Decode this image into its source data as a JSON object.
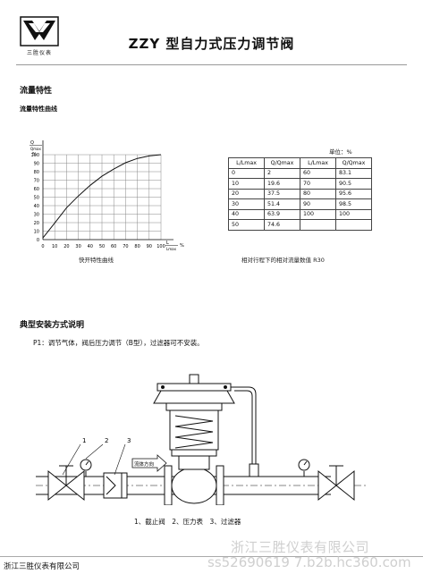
{
  "header": {
    "logo_text": "三胜仪表",
    "title": "ZZY 型自力式压力调节阀"
  },
  "section1": {
    "title": "流量特性",
    "subtitle": "流量特性曲线"
  },
  "chart_data": {
    "type": "line",
    "title": "",
    "x": [
      0,
      10,
      20,
      30,
      40,
      50,
      60,
      70,
      80,
      90,
      100
    ],
    "series": [
      {
        "values": [
          2,
          19.6,
          37.5,
          51.4,
          63.9,
          74.6,
          83.1,
          90.5,
          95.6,
          98.5,
          100
        ]
      }
    ],
    "xlim": [
      0,
      100
    ],
    "ylim": [
      0,
      100
    ],
    "x_ticks": [
      "0",
      "10",
      "20",
      "30",
      "40",
      "50",
      "60",
      "70",
      "80",
      "90",
      "100"
    ],
    "y_ticks": [
      "0",
      "10",
      "20",
      "30",
      "40",
      "50",
      "60",
      "70",
      "80",
      "90",
      "100"
    ],
    "xlabel_top": "L",
    "xlabel_bottom": "Lmax",
    "xlabel_unit": "%",
    "ylabel_top": "Q",
    "ylabel_bottom": "Qmax",
    "ylabel_unit": "%",
    "grid": true,
    "caption": "快开特性曲线"
  },
  "table": {
    "unit": "单位：%",
    "headers": [
      "L/Lmax",
      "Q/Qmax",
      "L/Lmax",
      "Q/Qmax"
    ],
    "rows": [
      [
        "0",
        "2",
        "60",
        "83.1"
      ],
      [
        "10",
        "19.6",
        "70",
        "90.5"
      ],
      [
        "20",
        "37.5",
        "80",
        "95.6"
      ],
      [
        "30",
        "51.4",
        "90",
        "98.5"
      ],
      [
        "40",
        "63.9",
        "100",
        "100"
      ],
      [
        "50",
        "74.6",
        "",
        ""
      ]
    ],
    "caption": "相对行程下的相对流量数值 R30"
  },
  "section2": {
    "title": "典型安装方式说明",
    "desc": "P1：调节气体，阀后压力调节（B型），过滤器可不安装。"
  },
  "diagram": {
    "callouts": [
      "1",
      "2",
      "3"
    ],
    "flow_label": "流体方向",
    "legend": "1、截止阀　2、压力表　3、过滤器"
  },
  "footer": {
    "company": "浙江三胜仪表有限公司"
  },
  "watermark": {
    "line1": "浙江三胜仪表有限公司",
    "line2": "ss52690619 7.b2b.hc360.com"
  }
}
